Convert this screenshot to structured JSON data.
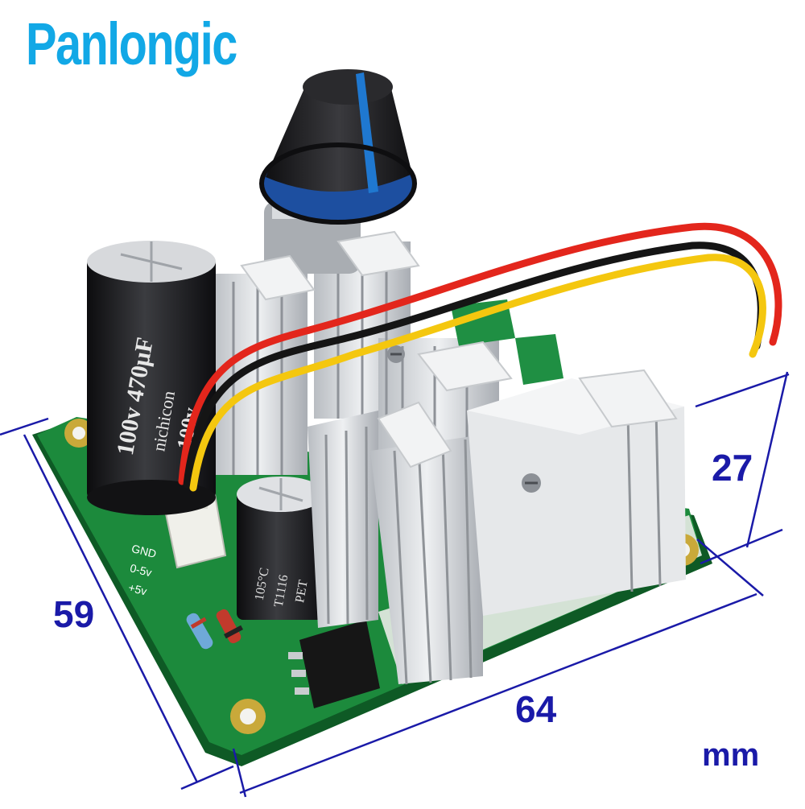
{
  "brand": {
    "name": "Panlongic",
    "color": "#12a8e6"
  },
  "dimensions": {
    "width": "64",
    "depth": "59",
    "height": "27",
    "unit": "mm",
    "color": "#1a1aa8"
  },
  "board_labels": {
    "connector_pins": [
      "GND",
      "0-5v",
      "+5v"
    ],
    "large_capacitor": [
      "nichicon",
      "100v 470µF",
      "100v"
    ],
    "small_capacitor": [
      "105°C",
      "T1116",
      "PET"
    ]
  },
  "colors": {
    "pcb": "#1c8a3c",
    "heatsink": "#d7dade",
    "knob": "#1d1d1f",
    "knob_stripe": "#1f78d0",
    "wire_red": "#e3261c",
    "wire_yellow": "#f4c70f",
    "wire_black": "#151515"
  }
}
